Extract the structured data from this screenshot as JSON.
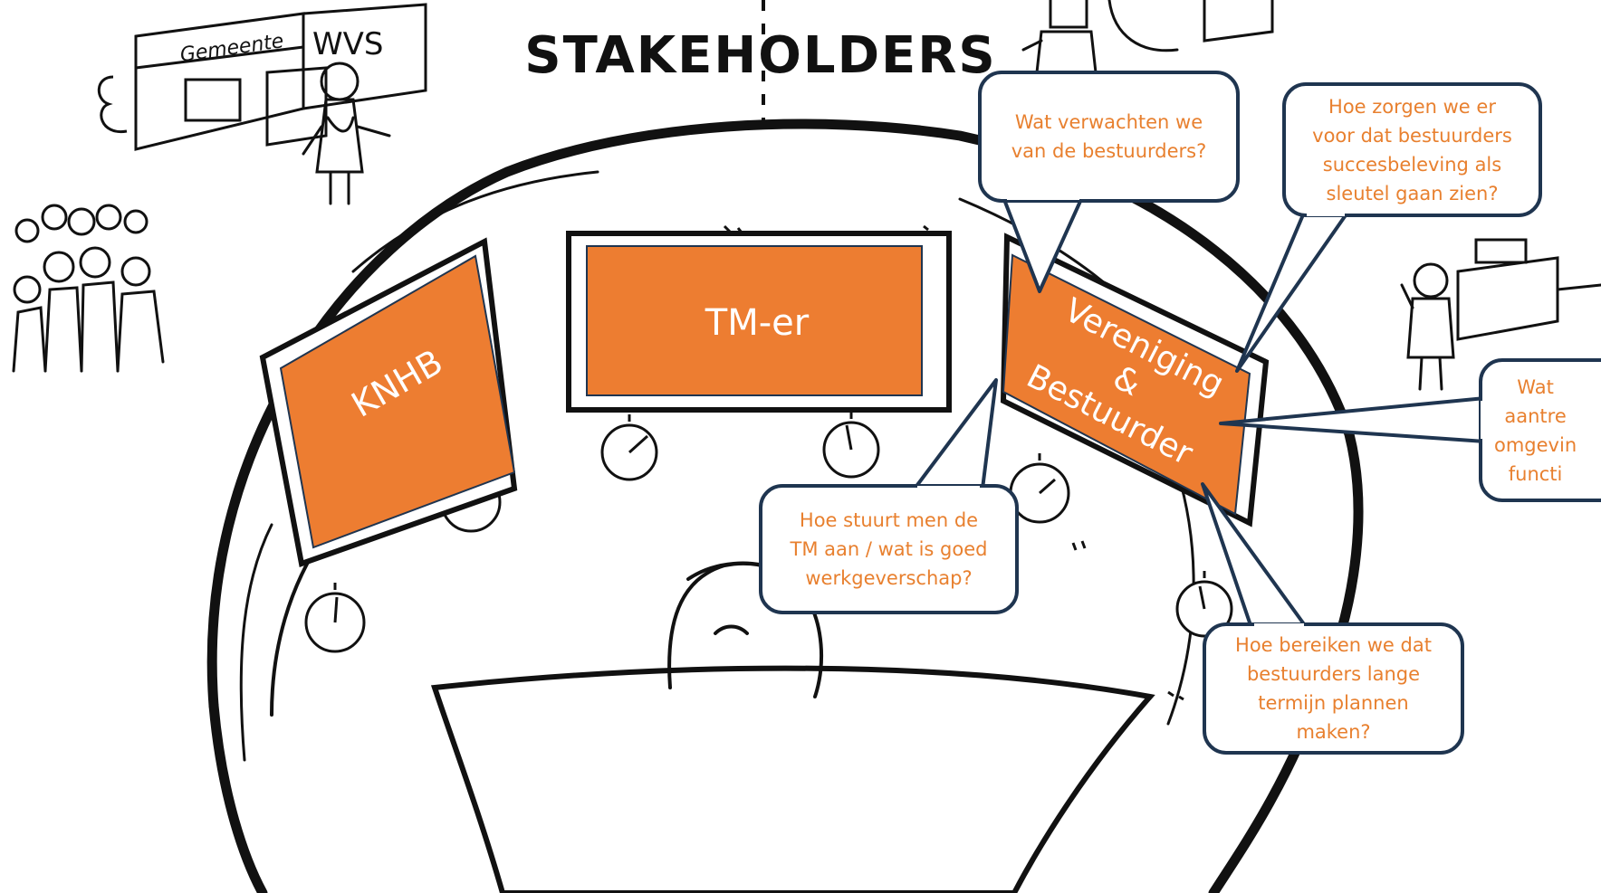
{
  "title": "STAKEHOLDERS",
  "labels": {
    "gemeente": "Gemeente",
    "wvs": "WVS"
  },
  "screens": {
    "knhb": "KNHB",
    "tm": "TM-er",
    "vereniging_1": "Vereniging",
    "vereniging_2": "&",
    "vereniging_3": "Bestuurder"
  },
  "bubbles": {
    "b1": "Wat verwachten we\nvan de bestuurders?",
    "b2": "Hoe zorgen we er\nvoor dat bestuurders\nsuccesbeleving als\nsleutel gaan zien?",
    "b3": "Wat\naantre\nomgevin\nfuncti",
    "b4": "Hoe stuurt men de\nTM aan / wat is goed\nwerkgeverschap?",
    "b5": "Hoe bereiken we dat\nbestuurders lange\ntermijn plannen\nmaken?"
  },
  "colors": {
    "screen_orange": "#ed7d31",
    "bubble_text": "#e8802f",
    "bubble_border": "#1f3550",
    "ink": "#111111"
  }
}
